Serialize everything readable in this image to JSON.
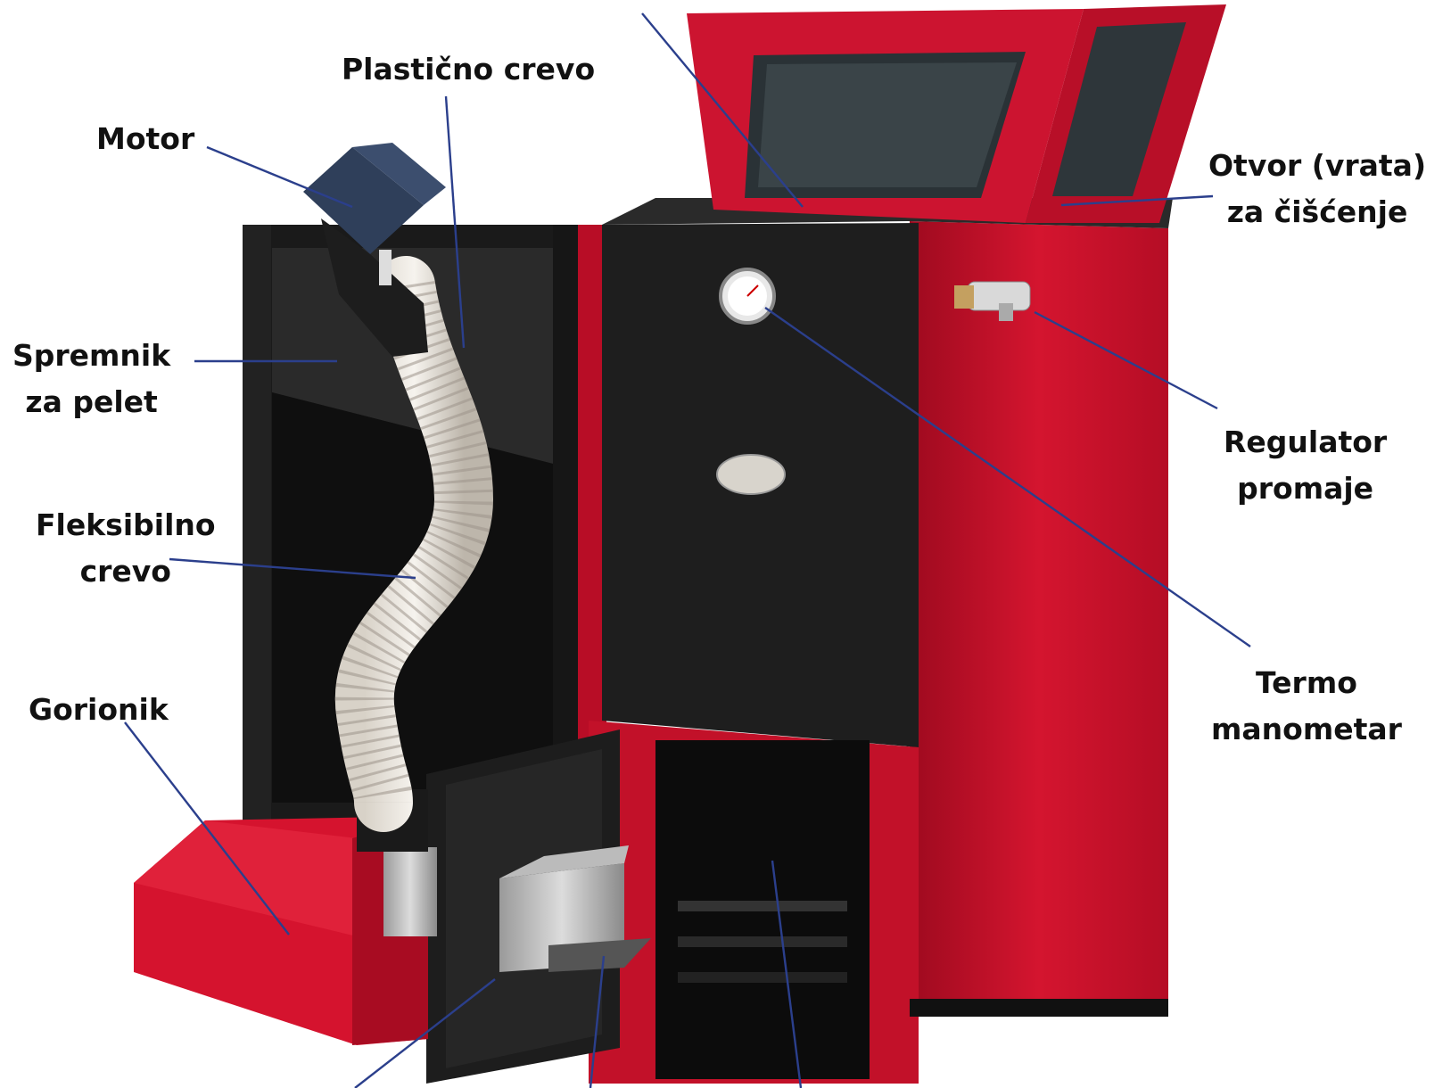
{
  "labels": {
    "plasticno_crevo": "Plastično crevo",
    "motor": "Motor",
    "spremnik_l1": "Spremnik",
    "spremnik_l2": "za pelet",
    "fleksibilno_l1": "Fleksibilno",
    "fleksibilno_l2": "crevo",
    "gorionik": "Gorionik",
    "otvor_l1": "Otvor (vrata)",
    "otvor_l2": "za čišćenje",
    "regulator_l1": "Regulator",
    "regulator_l2": "promaje",
    "termo_l1": "Termo",
    "termo_l2": "manometar"
  },
  "colors": {
    "boiler_red": "#c8102e",
    "boiler_black": "#1c1c1c",
    "leader_line": "#2b3f8c"
  }
}
